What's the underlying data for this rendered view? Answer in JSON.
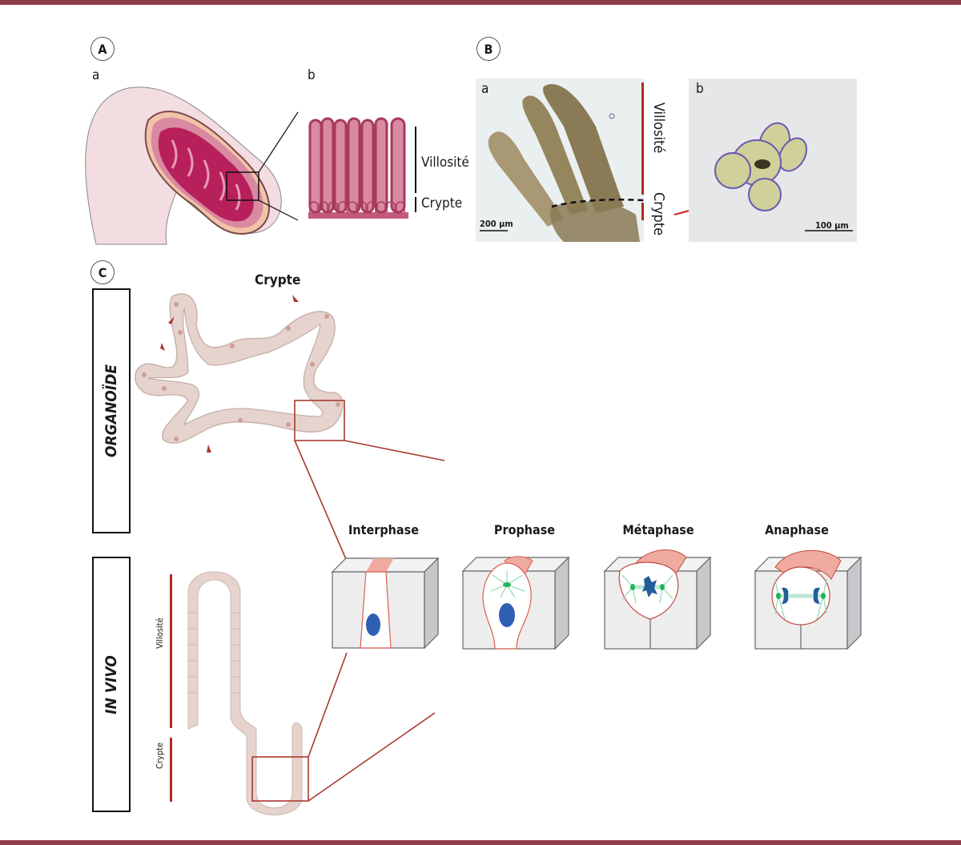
{
  "panels": {
    "A": {
      "badge": "A",
      "sub_a": "a",
      "sub_b": "b",
      "labels": {
        "villus": "Villosité",
        "crypt": "Crypte"
      }
    },
    "B": {
      "badge": "B",
      "sub_a": "a",
      "sub_b": "b",
      "labels": {
        "villus": "Villosité",
        "crypt": "Crypte"
      },
      "scalebar_a": "200 µm",
      "scalebar_b": "100 µm"
    },
    "C": {
      "badge": "C",
      "row_organoid": "ORGANOÏDE",
      "row_invivo": "IN VIVO",
      "crypt_label": "Crypte",
      "invivo_labels": {
        "villus": "Villosité",
        "crypt": "Crypte"
      },
      "phases": [
        {
          "label": "Interphase"
        },
        {
          "label": "Prophase"
        },
        {
          "label": "Métaphase"
        },
        {
          "label": "Anaphase"
        }
      ]
    }
  },
  "colors": {
    "frame_rule": "#8e3b4a",
    "accent_red": "#b22a1e",
    "villus_pink": "#c45a7a",
    "tissue_beige": "#e6d3cd",
    "nucleus_blue": "#2f5fb3",
    "spindle_green": "#22b35a"
  }
}
